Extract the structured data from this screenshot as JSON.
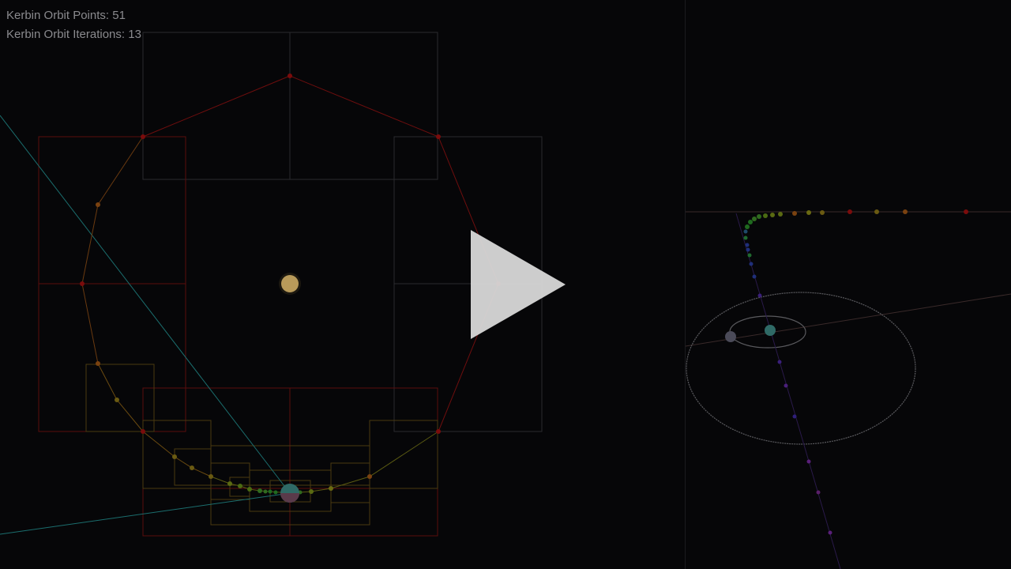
{
  "hud": {
    "orbit_points_label": "Kerbin Orbit Points: 51",
    "orbit_iterations_label": "Kerbin Orbit Iterations: 13"
  },
  "colors": {
    "background": "#060608",
    "hud_text": "#8a8a8e",
    "orbit_far": "#7a0c0c",
    "orbit_mid": "#7a4a10",
    "orbit_near": "#6a6a12",
    "orbit_close": "#1f6a1f",
    "sun": "#b89a5a",
    "kerbin": "#2f6a66",
    "trajectory": "#1f6a6a",
    "play_overlay": "#d8d8d8"
  },
  "icons": {
    "play": "play-icon",
    "sun": "sun-icon",
    "planet": "planet-icon",
    "moon": "moon-icon"
  },
  "overlay": {
    "state": "paused"
  }
}
